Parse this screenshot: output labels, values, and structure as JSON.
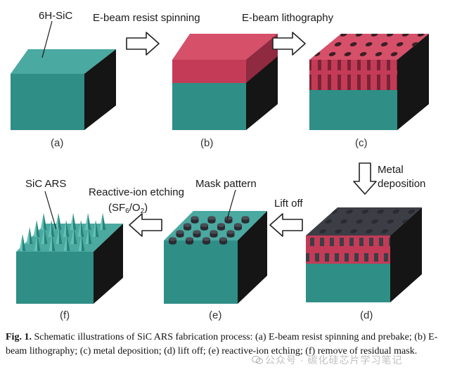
{
  "labels": {
    "material": "6H-SiC",
    "step_ab": "E-beam resist spinning",
    "step_bc": "E-beam lithography",
    "step_cd_line1": "Metal",
    "step_cd_line2": "deposition",
    "step_de": "Lift off",
    "step_ef_line1": "Reactive-ion etching",
    "step_ef_gas_open": "(SF",
    "step_ef_gas_sub1": "6",
    "step_ef_gas_mid": "/O",
    "step_ef_gas_sub2": "2",
    "step_ef_gas_close": ")",
    "mask_pattern": "Mask pattern",
    "sic_ars": "SiC ARS"
  },
  "panels": {
    "a": "(a)",
    "b": "(b)",
    "c": "(c)",
    "d": "(d)",
    "e": "(e)",
    "f": "(f)"
  },
  "caption": {
    "figno": "Fig. 1.",
    "text": " Schematic illustrations of SiC ARS fabrication process: (a) E-beam resist spinning and prebake; (b) E-beam lithography; (c) metal deposition; (d) lift off; (e) reactive-ion etching; (f) remove of residual mask."
  },
  "watermark": "公众号 · 碳化硅芯片学习笔记",
  "colors": {
    "sic_top": "#4aa9a0",
    "sic_front": "#2f8e86",
    "side_dark": "#151515",
    "resist_top": "#d6506a",
    "resist_front": "#c43b57",
    "metal": "#3c3e46",
    "arrow_stroke": "#222222"
  }
}
